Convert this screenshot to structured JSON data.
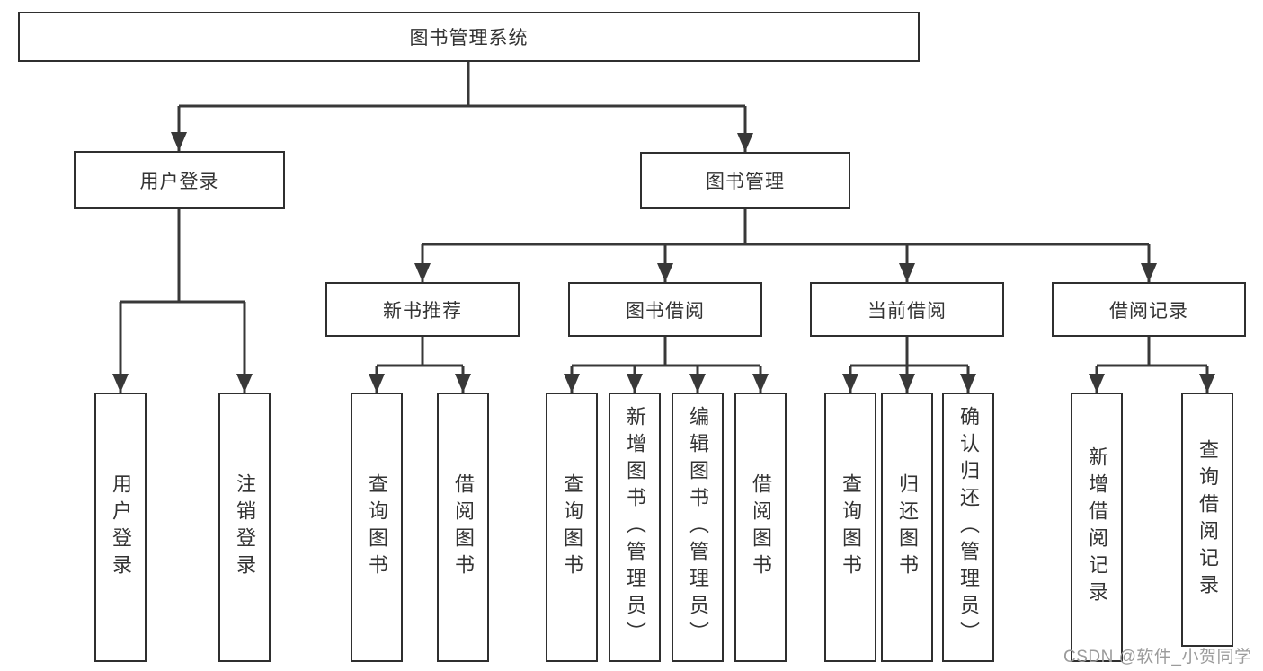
{
  "tree": {
    "root": {
      "label": "图书管理系统"
    },
    "branches": [
      {
        "label": "用户登录",
        "children": [
          {
            "label": "用户登录"
          },
          {
            "label": "注销登录"
          }
        ]
      },
      {
        "label": "图书管理",
        "sections": [
          {
            "label": "新书推荐",
            "children": [
              {
                "label": "查询图书"
              },
              {
                "label": "借阅图书"
              }
            ]
          },
          {
            "label": "图书借阅",
            "children": [
              {
                "label": "查询图书"
              },
              {
                "label": "新增图书（管理员）"
              },
              {
                "label": "编辑图书（管理员）"
              },
              {
                "label": "借阅图书"
              }
            ]
          },
          {
            "label": "当前借阅",
            "children": [
              {
                "label": "查询图书"
              },
              {
                "label": "归还图书"
              },
              {
                "label": "确认归还（管理员）"
              }
            ]
          },
          {
            "label": "借阅记录",
            "children": [
              {
                "label": "新增借阅记录"
              },
              {
                "label": "查询借阅记录"
              }
            ]
          }
        ]
      }
    ]
  },
  "watermark": "CSDN @软件_小贺同学",
  "colors": {
    "background": "#ffffff",
    "box_border": "#2f2f2f",
    "connector_line": "#383838",
    "text": "#333333",
    "watermark_text": "#9b9b9b"
  }
}
